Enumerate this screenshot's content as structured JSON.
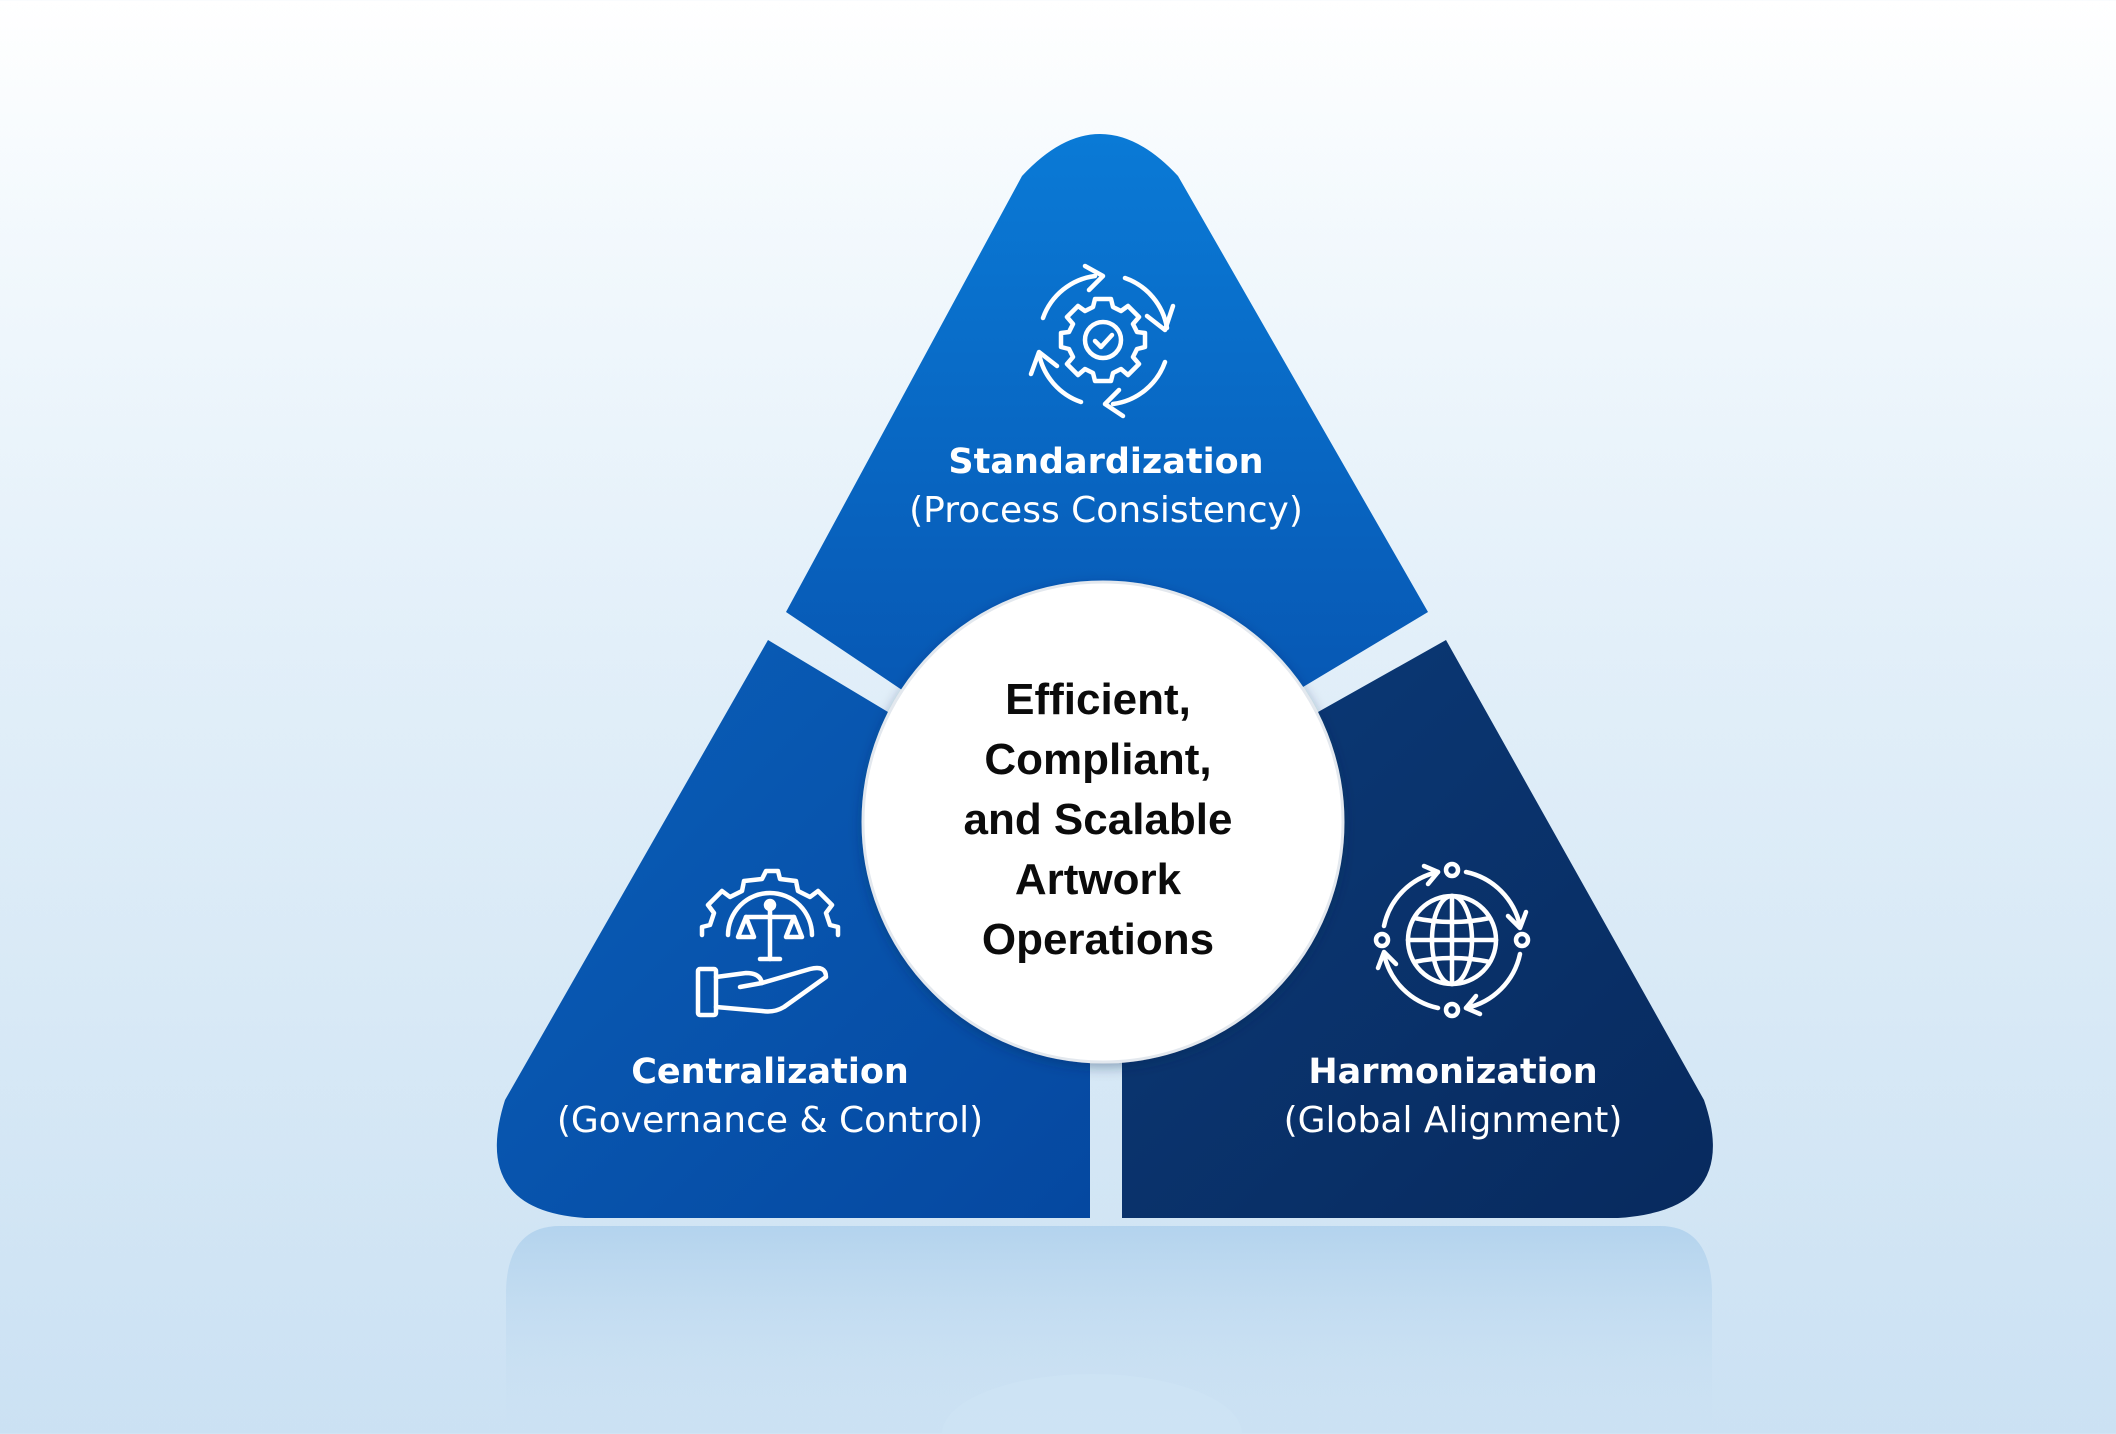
{
  "center": {
    "lines": [
      "Efficient,",
      "Compliant,",
      "and Scalable",
      "Artwork",
      "Operations"
    ]
  },
  "segments": {
    "top": {
      "title": "Standardization",
      "subtitle": "(Process Consistency)",
      "icon": "gear-cycle-check-icon"
    },
    "left": {
      "title": "Centralization",
      "subtitle": "(Governance & Control)",
      "icon": "hand-scales-gear-icon"
    },
    "right": {
      "title": "Harmonization",
      "subtitle": "(Global Alignment)",
      "icon": "globe-orbit-icon"
    }
  },
  "colors": {
    "top_segment": "#0a6cc8",
    "left_segment": "#0650a8",
    "right_segment": "#0a2f66",
    "center_circle": "#ffffff",
    "icon_stroke": "#ffffff"
  }
}
